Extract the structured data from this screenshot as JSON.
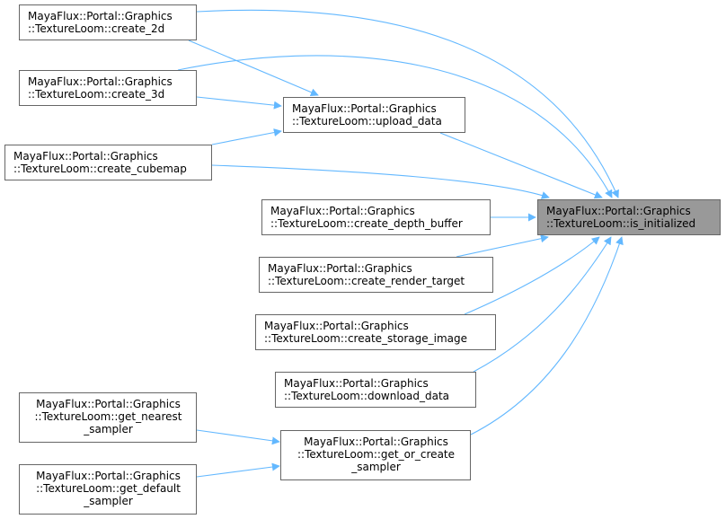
{
  "title": "Call graph of MayaFlux::Portal::Graphics::TextureLoom::is_initialized",
  "colors": {
    "edge": "#63b8ff",
    "focus_fill": "#999999",
    "border": "#666666"
  },
  "nodes": {
    "create_2d": {
      "lines": [
        "MayaFlux::Portal::Graphics",
        "::TextureLoom::create_2d"
      ]
    },
    "create_3d": {
      "lines": [
        "MayaFlux::Portal::Graphics",
        "::TextureLoom::create_3d"
      ]
    },
    "upload_data": {
      "lines": [
        "MayaFlux::Portal::Graphics",
        "::TextureLoom::upload_data"
      ]
    },
    "create_cubemap": {
      "lines": [
        "MayaFlux::Portal::Graphics",
        "::TextureLoom::create_cubemap"
      ]
    },
    "is_initialized": {
      "lines": [
        "MayaFlux::Portal::Graphics",
        "::TextureLoom::is_initialized"
      ]
    },
    "create_depth_buffer": {
      "lines": [
        "MayaFlux::Portal::Graphics",
        "::TextureLoom::create_depth_buffer"
      ]
    },
    "create_render_target": {
      "lines": [
        "MayaFlux::Portal::Graphics",
        "::TextureLoom::create_render_target"
      ]
    },
    "create_storage_image": {
      "lines": [
        "MayaFlux::Portal::Graphics",
        "::TextureLoom::create_storage_image"
      ]
    },
    "download_data": {
      "lines": [
        "MayaFlux::Portal::Graphics",
        "::TextureLoom::download_data"
      ]
    },
    "get_nearest_sampler": {
      "lines": [
        "MayaFlux::Portal::Graphics",
        "::TextureLoom::get_nearest",
        "_sampler"
      ]
    },
    "get_or_create_sampler": {
      "lines": [
        "MayaFlux::Portal::Graphics",
        "::TextureLoom::get_or_create",
        "_sampler"
      ]
    },
    "get_default_sampler": {
      "lines": [
        "MayaFlux::Portal::Graphics",
        "::TextureLoom::get_default",
        "_sampler"
      ]
    }
  },
  "edges": [
    [
      "create_2d",
      "upload_data"
    ],
    [
      "create_2d",
      "is_initialized"
    ],
    [
      "create_3d",
      "upload_data"
    ],
    [
      "create_3d",
      "is_initialized"
    ],
    [
      "create_cubemap",
      "upload_data"
    ],
    [
      "create_cubemap",
      "is_initialized"
    ],
    [
      "upload_data",
      "is_initialized"
    ],
    [
      "create_depth_buffer",
      "is_initialized"
    ],
    [
      "create_render_target",
      "is_initialized"
    ],
    [
      "create_storage_image",
      "is_initialized"
    ],
    [
      "download_data",
      "is_initialized"
    ],
    [
      "get_or_create_sampler",
      "is_initialized"
    ],
    [
      "get_nearest_sampler",
      "get_or_create_sampler"
    ],
    [
      "get_default_sampler",
      "get_or_create_sampler"
    ]
  ]
}
